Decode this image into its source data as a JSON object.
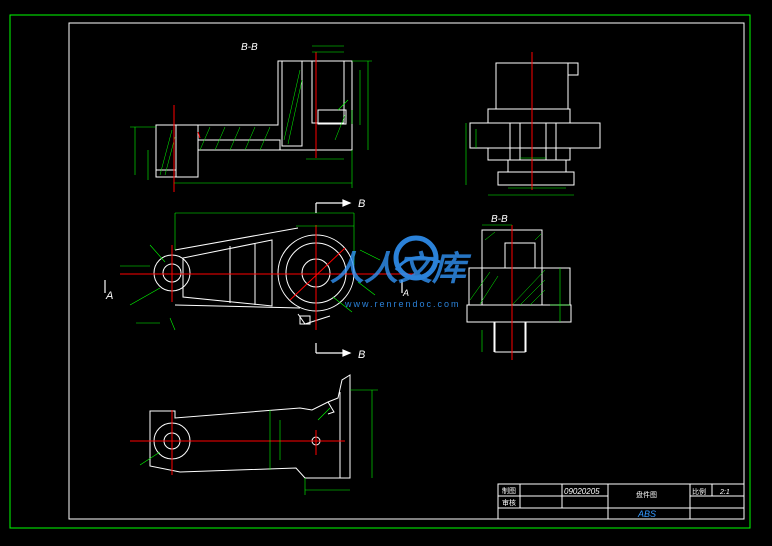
{
  "section_labels": {
    "top_left": "B-B",
    "right": "B-B"
  },
  "view_markers": {
    "b_top": "B",
    "b_bottom": "B",
    "a_left": "A",
    "a_right": "A"
  },
  "title_block": {
    "row1_left": "制图",
    "row2_left": "审核",
    "drawing_no": "09020205",
    "part_name": "盘件图",
    "scale_label": "比例",
    "scale_value": "2:1",
    "material": "ABS"
  },
  "watermark": {
    "text": "人人文库",
    "url": "www.renrendoc.com"
  },
  "colors": {
    "frame": "#00ff00",
    "centerline": "#ff0000",
    "text": "#ffffff",
    "dim": "#00ff00",
    "watermark": "#3399ff"
  }
}
